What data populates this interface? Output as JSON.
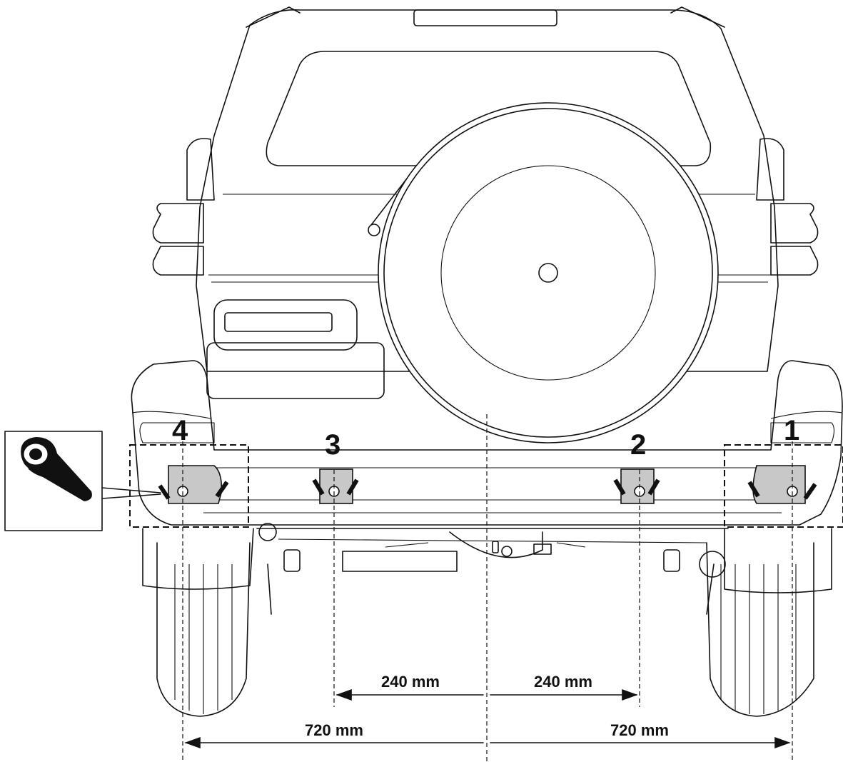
{
  "sensors": [
    {
      "label": "1"
    },
    {
      "label": "2"
    },
    {
      "label": "3"
    },
    {
      "label": "4"
    }
  ],
  "dimensions": {
    "inner_left": "240 mm",
    "inner_right": "240 mm",
    "outer_left": "720 mm",
    "outer_right": "720 mm"
  },
  "icons": {
    "inset": "drill-hole-saw-icon"
  },
  "colors": {
    "line": "#111111",
    "sensor_pad": "#c8c8c8",
    "background": "#ffffff"
  }
}
